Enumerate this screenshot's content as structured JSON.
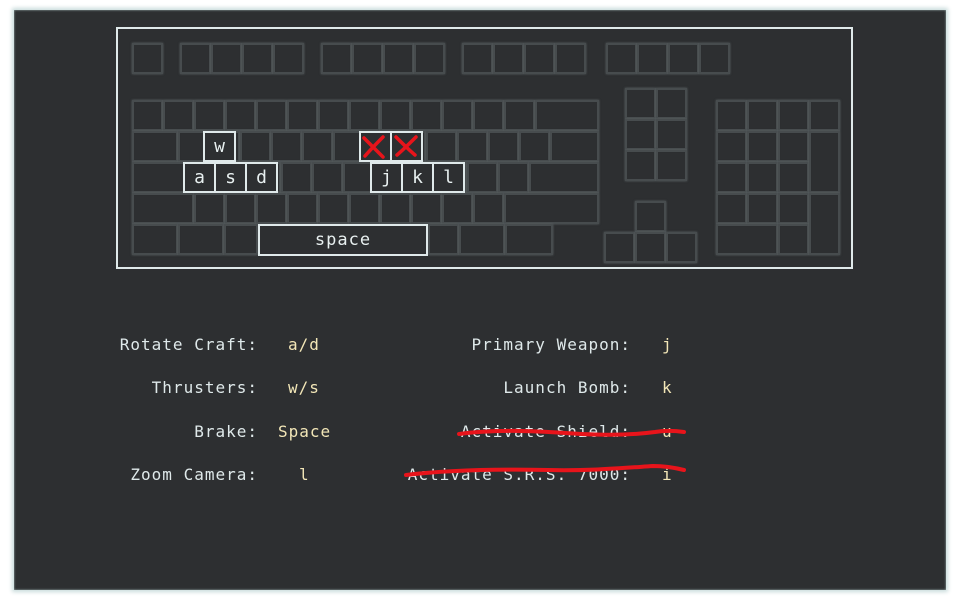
{
  "keyboard": {
    "highlighted_keys": {
      "w": "w",
      "a": "a",
      "s": "s",
      "d": "d",
      "j": "j",
      "k": "k",
      "l": "l",
      "space": "space",
      "u": "",
      "i": ""
    }
  },
  "controls": {
    "left": [
      {
        "label": "Rotate Craft:",
        "key": "a/d"
      },
      {
        "label": "Thrusters:",
        "key": "w/s"
      },
      {
        "label": "Brake:",
        "key": "Space"
      },
      {
        "label": "Zoom Camera:",
        "key": "l"
      }
    ],
    "right": [
      {
        "label": "Primary Weapon:",
        "key": "j"
      },
      {
        "label": "Launch Bomb:",
        "key": "k"
      },
      {
        "label": "Activate Shield:",
        "key": "u"
      },
      {
        "label": "Activate S.R.S. 7000:",
        "key": "i"
      }
    ]
  },
  "colors": {
    "background": "#2d2f31",
    "highlight_outline": "#dfe9ea",
    "key_value_text": "#f2e6b7",
    "strike_red": "#e8141b"
  }
}
